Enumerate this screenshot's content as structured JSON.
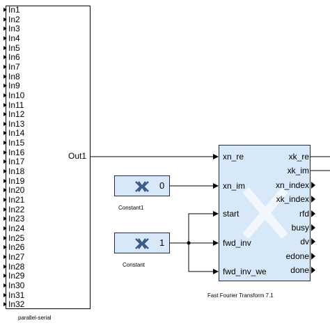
{
  "parallel_serial": {
    "name": "parallel-serial",
    "inputs": [
      "In1",
      "In2",
      "In3",
      "In4",
      "In5",
      "In6",
      "In7",
      "In8",
      "In9",
      "In10",
      "In11",
      "In12",
      "In13",
      "In14",
      "In15",
      "In16",
      "In17",
      "In18",
      "In19",
      "In20",
      "In21",
      "In22",
      "In23",
      "In24",
      "In25",
      "In26",
      "In27",
      "In28",
      "In29",
      "In30",
      "In31",
      "In32"
    ],
    "output": "Out1"
  },
  "constant1": {
    "name": "Constant1",
    "value": "0"
  },
  "constant": {
    "name": "Constant",
    "value": "1"
  },
  "fft": {
    "name": "Fast Fourier Transform 7.1",
    "inputs": [
      "xn_re",
      "xn_im",
      "start",
      "fwd_inv",
      "fwd_inv_we"
    ],
    "outputs": [
      "xk_re",
      "xk_im",
      "xn_index",
      "xk_index",
      "rfd",
      "busy",
      "dv",
      "edone",
      "done"
    ]
  },
  "colors": {
    "block_fill": "#d7e8f8",
    "block_border": "#1f2a44",
    "line": "#000000"
  }
}
